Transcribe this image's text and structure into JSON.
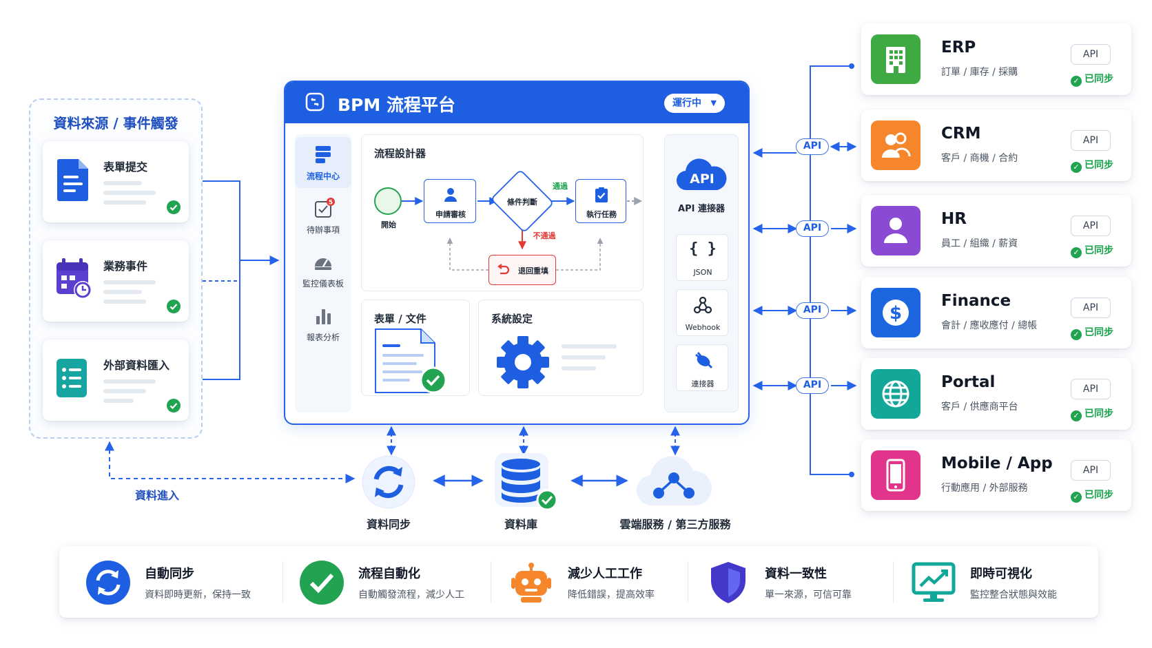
{
  "colors": {
    "primary": "#1d5fe0",
    "success": "#22a352",
    "danger": "#e53935",
    "erp": "#3faa44",
    "crm": "#f5862b",
    "hr": "#8a4ad3",
    "finance": "#1c66e0",
    "portal": "#13a79a",
    "mobile": "#e0358a"
  },
  "sources": {
    "title": "資料來源 / 事件觸發",
    "items": [
      {
        "label": "表單提交",
        "icon": "document-icon"
      },
      {
        "label": "業務事件",
        "icon": "calendar-clock-icon"
      },
      {
        "label": "外部資料匯入",
        "icon": "list-import-icon"
      }
    ],
    "feed_label": "資料進入"
  },
  "platform": {
    "title": "BPM 流程平台",
    "status": "運行中",
    "nav": [
      {
        "label": "流程中心",
        "icon": "flow-icon"
      },
      {
        "label": "待辦事項",
        "icon": "checklist-icon",
        "badge": "5"
      },
      {
        "label": "監控儀表板",
        "icon": "dashboard-icon"
      },
      {
        "label": "報表分析",
        "icon": "bar-chart-icon"
      }
    ],
    "designer": {
      "title": "流程設計器",
      "start": "開始",
      "review": "申請審核",
      "decision": "條件判斷",
      "pass": "通過",
      "fail": "不通過",
      "execute": "執行任務",
      "return": "退回重填"
    },
    "forms_title": "表單 / 文件",
    "settings_title": "系統設定",
    "connectors": {
      "api_badge": "API",
      "api_label": "API 連接器",
      "items": [
        {
          "label": "JSON",
          "icon": "braces-icon"
        },
        {
          "label": "Webhook",
          "icon": "webhook-icon"
        },
        {
          "label": "連接器",
          "icon": "plug-icon"
        }
      ]
    }
  },
  "bottom_nodes": [
    {
      "label": "資料同步",
      "icon": "sync-icon"
    },
    {
      "label": "資料庫",
      "icon": "database-icon"
    },
    {
      "label": "雲端服務 / 第三方服務",
      "icon": "cloud-network-icon"
    }
  ],
  "api_pill": "API",
  "systems": [
    {
      "name": "ERP",
      "desc": "訂單 / 庫存 / 採購",
      "api": "API",
      "status": "已同步",
      "icon": "building-icon"
    },
    {
      "name": "CRM",
      "desc": "客戶 / 商機 / 合約",
      "api": "API",
      "status": "已同步",
      "icon": "users-icon"
    },
    {
      "name": "HR",
      "desc": "員工 / 組織 / 薪資",
      "api": "API",
      "status": "已同步",
      "icon": "user-icon"
    },
    {
      "name": "Finance",
      "desc": "會計 / 應收應付 / 總帳",
      "api": "API",
      "status": "已同步",
      "icon": "dollar-icon"
    },
    {
      "name": "Portal",
      "desc": "客戶 / 供應商平台",
      "api": "API",
      "status": "已同步",
      "icon": "globe-icon"
    },
    {
      "name": "Mobile / App",
      "desc": "行動應用 / 外部服務",
      "api": "API",
      "status": "已同步",
      "icon": "phone-icon"
    }
  ],
  "features": [
    {
      "title": "自動同步",
      "desc": "資料即時更新，保持一致",
      "icon": "sync-icon"
    },
    {
      "title": "流程自動化",
      "desc": "自動觸發流程，減少人工",
      "icon": "check-circle-icon"
    },
    {
      "title": "減少人工工作",
      "desc": "降低錯誤，提高效率",
      "icon": "robot-icon"
    },
    {
      "title": "資料一致性",
      "desc": "單一來源，可信可靠",
      "icon": "shield-icon"
    },
    {
      "title": "即時可視化",
      "desc": "監控整合狀態與效能",
      "icon": "monitor-chart-icon"
    }
  ]
}
